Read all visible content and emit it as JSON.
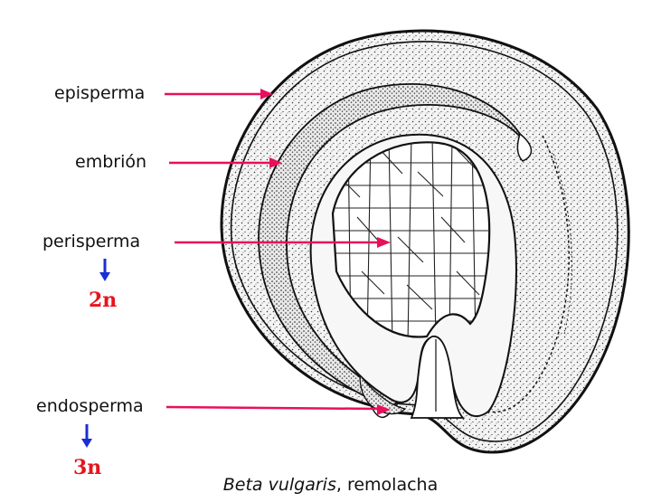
{
  "labels": {
    "episperma": "episperma",
    "embrion": "embrión",
    "perisperma": "perisperma",
    "endosperma": "endosperma"
  },
  "ploidy": {
    "perisperma": "2n",
    "endosperma": "3n"
  },
  "caption": {
    "species": "Beta vulgaris",
    "separator": ",",
    "common_name": "remolacha"
  },
  "colors": {
    "leader_line": "#e8105c",
    "ploidy_arrow": "#1a2fd6",
    "ploidy_text": "#e8141c",
    "line_art": "#111111"
  }
}
